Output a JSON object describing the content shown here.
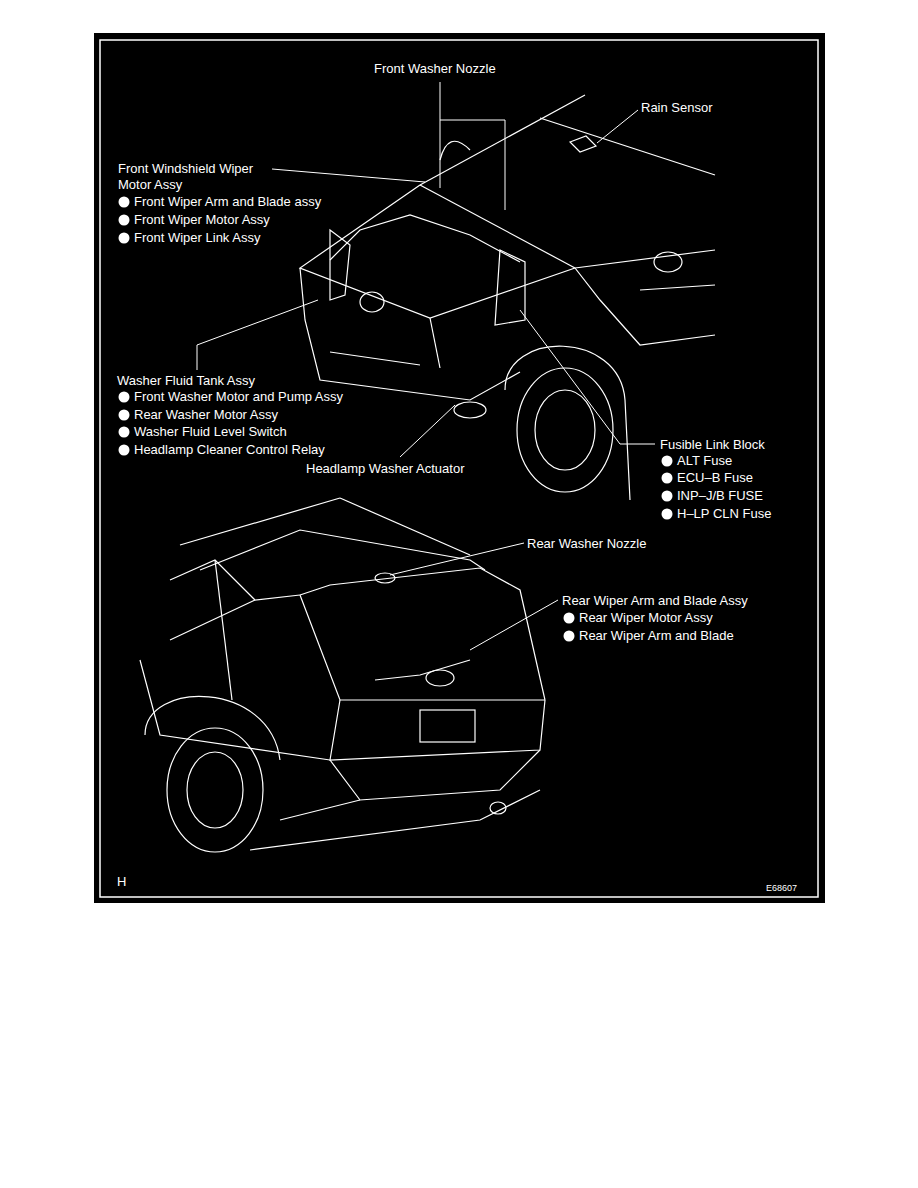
{
  "diagram": {
    "labels": [
      "Front Washer Nozzle",
      "Rain Sensor",
      "Front Windshield Wiper Motor Assy",
      "Front Wiper Arm and Blade assy",
      "Front Wiper Motor Assy",
      "Front Wiper Link Assy",
      "Washer Fluid Tank Assy",
      "Front Washer Motor and Pump Assy",
      "Rear Washer Motor Assy",
      "Washer Fluid Level Switch",
      "Headlamp Cleaner Control Relay",
      "Headlamp Washer Actuator",
      "Fusible Link Block",
      "ALT Fuse",
      "ECU–B Fuse",
      "INP–J/B FUSE",
      "H–LP CLN Fuse",
      "Rear Washer Nozzle",
      "Rear Wiper Arm and Blade Assy",
      "Rear Wiper Motor Assy",
      "Rear Wiper Arm and Blade",
      "H",
      "E68607"
    ]
  }
}
